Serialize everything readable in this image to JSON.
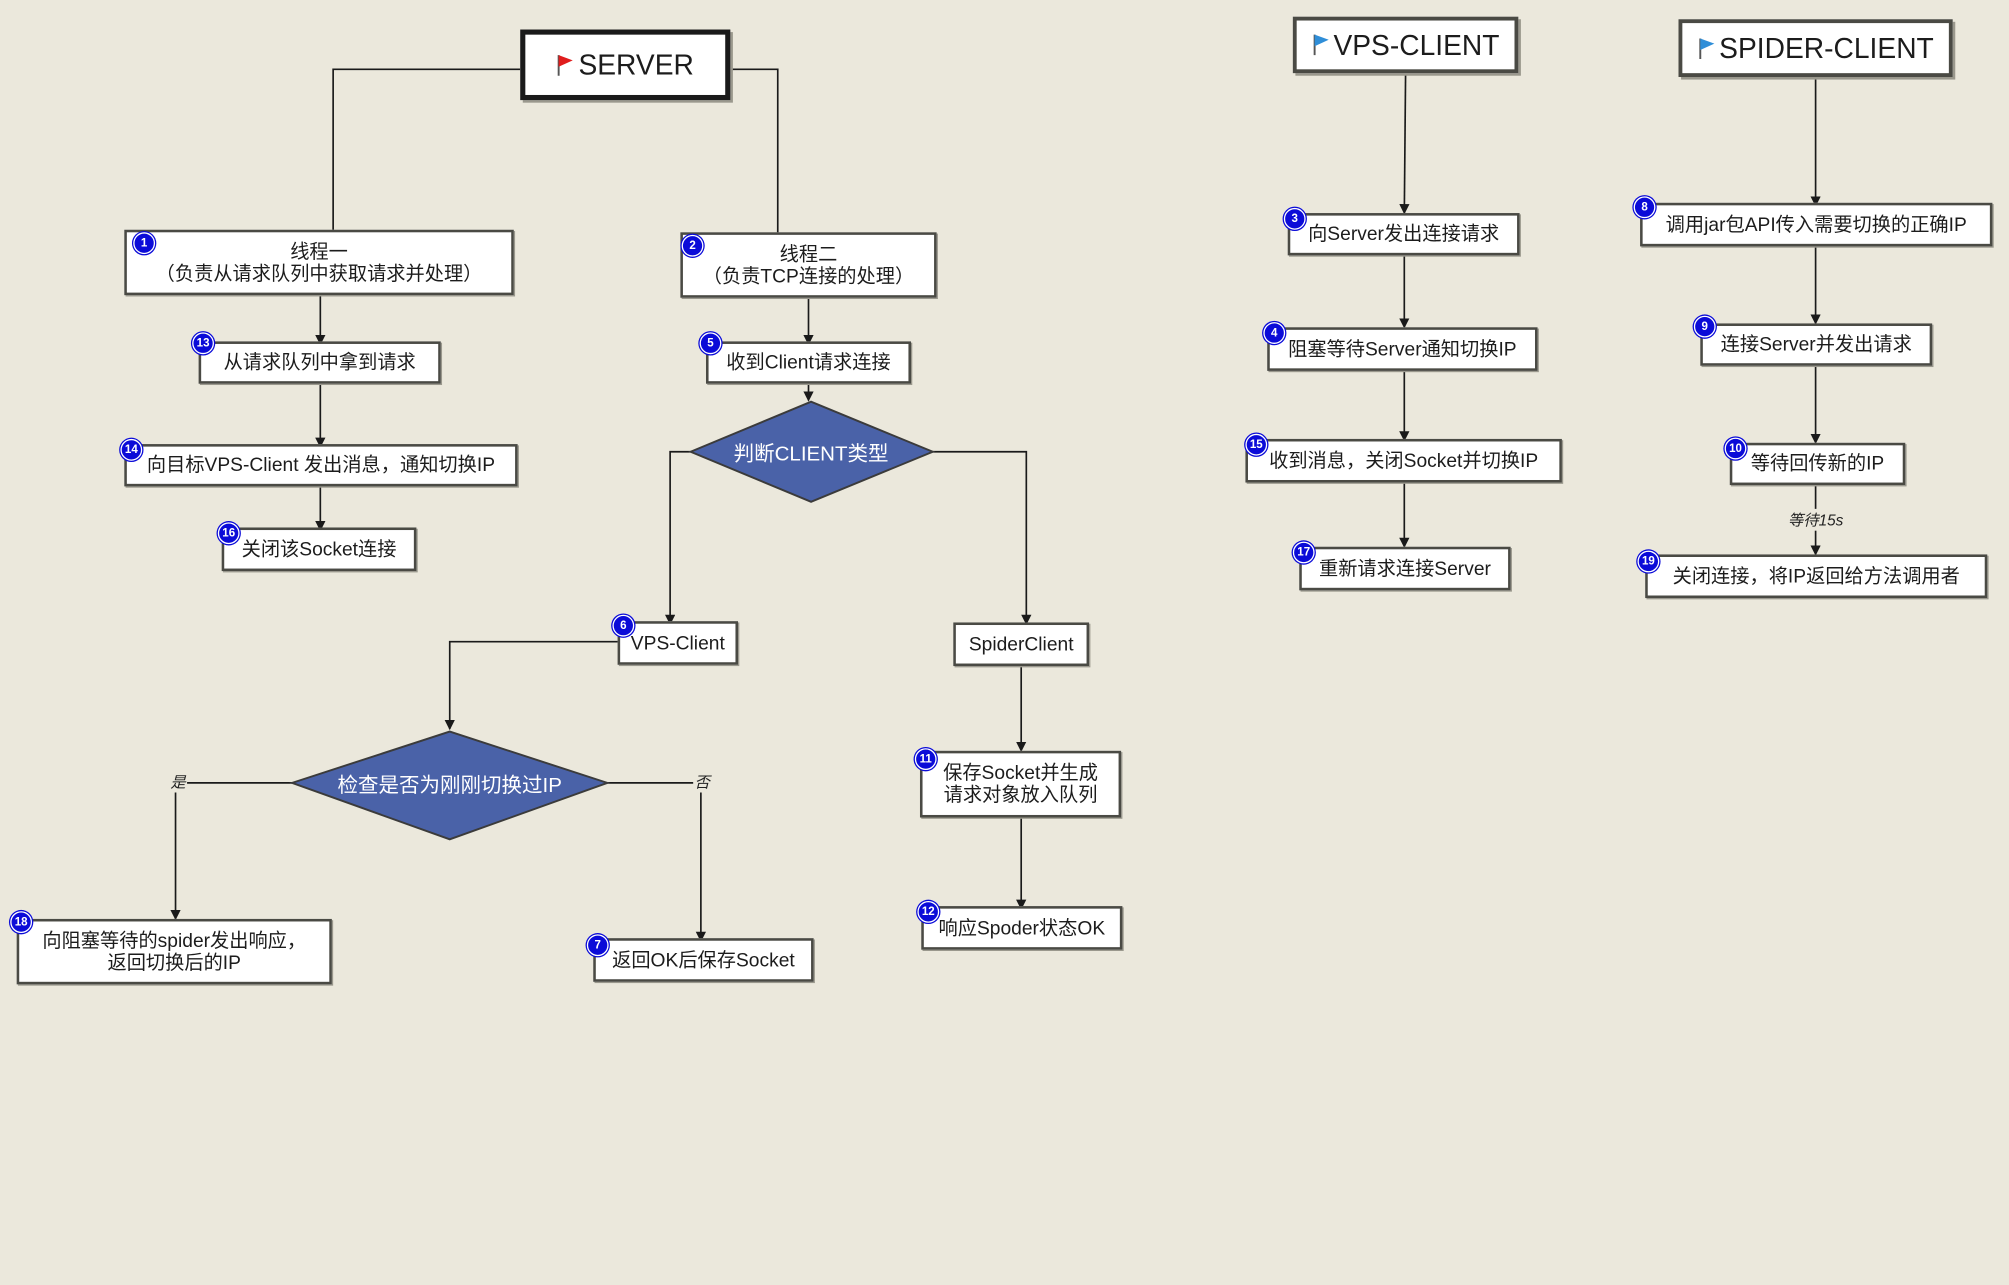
{
  "headers": {
    "server": "SERVER",
    "vps_client": "VPS-CLIENT",
    "spider_client": "SPIDER-CLIENT"
  },
  "colors": {
    "background": "#ebe8dc",
    "diamond": "#4a62a8",
    "badge": "#0b0bd8",
    "flag_server": "#e01d1d",
    "flag_client": "#2f8ed8"
  },
  "nodes": {
    "n1": {
      "badge": "1",
      "text": "线程一\n（负责从请求队列中获取请求并处理）"
    },
    "n2": {
      "badge": "2",
      "text": "线程二\n（负责TCP连接的处理）"
    },
    "n3": {
      "badge": "3",
      "text": "向Server发出连接请求"
    },
    "n4": {
      "badge": "4",
      "text": "阻塞等待Server通知切换IP"
    },
    "n5": {
      "badge": "5",
      "text": "收到Client请求连接"
    },
    "n6": {
      "badge": "6",
      "text": "VPS-Client"
    },
    "n7": {
      "badge": "7",
      "text": "返回OK后保存Socket"
    },
    "n8": {
      "badge": "8",
      "text": "调用jar包API传入需要切换的正确IP"
    },
    "n9": {
      "badge": "9",
      "text": "连接Server并发出请求"
    },
    "n10": {
      "badge": "10",
      "text": "等待回传新的IP"
    },
    "n11": {
      "badge": "11",
      "text": "保存Socket并生成\n请求对象放入队列"
    },
    "n12": {
      "badge": "12",
      "text": "响应Spoder状态OK"
    },
    "n13": {
      "badge": "13",
      "text": "从请求队列中拿到请求"
    },
    "n14": {
      "badge": "14",
      "text": "向目标VPS-Client 发出消息，通知切换IP"
    },
    "n15": {
      "badge": "15",
      "text": "收到消息，关闭Socket并切换IP"
    },
    "n16": {
      "badge": "16",
      "text": "关闭该Socket连接"
    },
    "n17": {
      "badge": "17",
      "text": "重新请求连接Server"
    },
    "n18": {
      "badge": "18",
      "text": "向阻塞等待的spider发出响应，\n返回切换后的IP"
    },
    "n19": {
      "badge": "19",
      "text": "关闭连接，将IP返回给方法调用者"
    },
    "spider": {
      "text": "SpiderClient"
    }
  },
  "decisions": {
    "d1": {
      "text": "判断CLIENT类型"
    },
    "d2": {
      "text": "检查是否为刚刚切换过IP"
    }
  },
  "edge_labels": {
    "yes": "是",
    "no": "否",
    "wait": "等待15s"
  }
}
